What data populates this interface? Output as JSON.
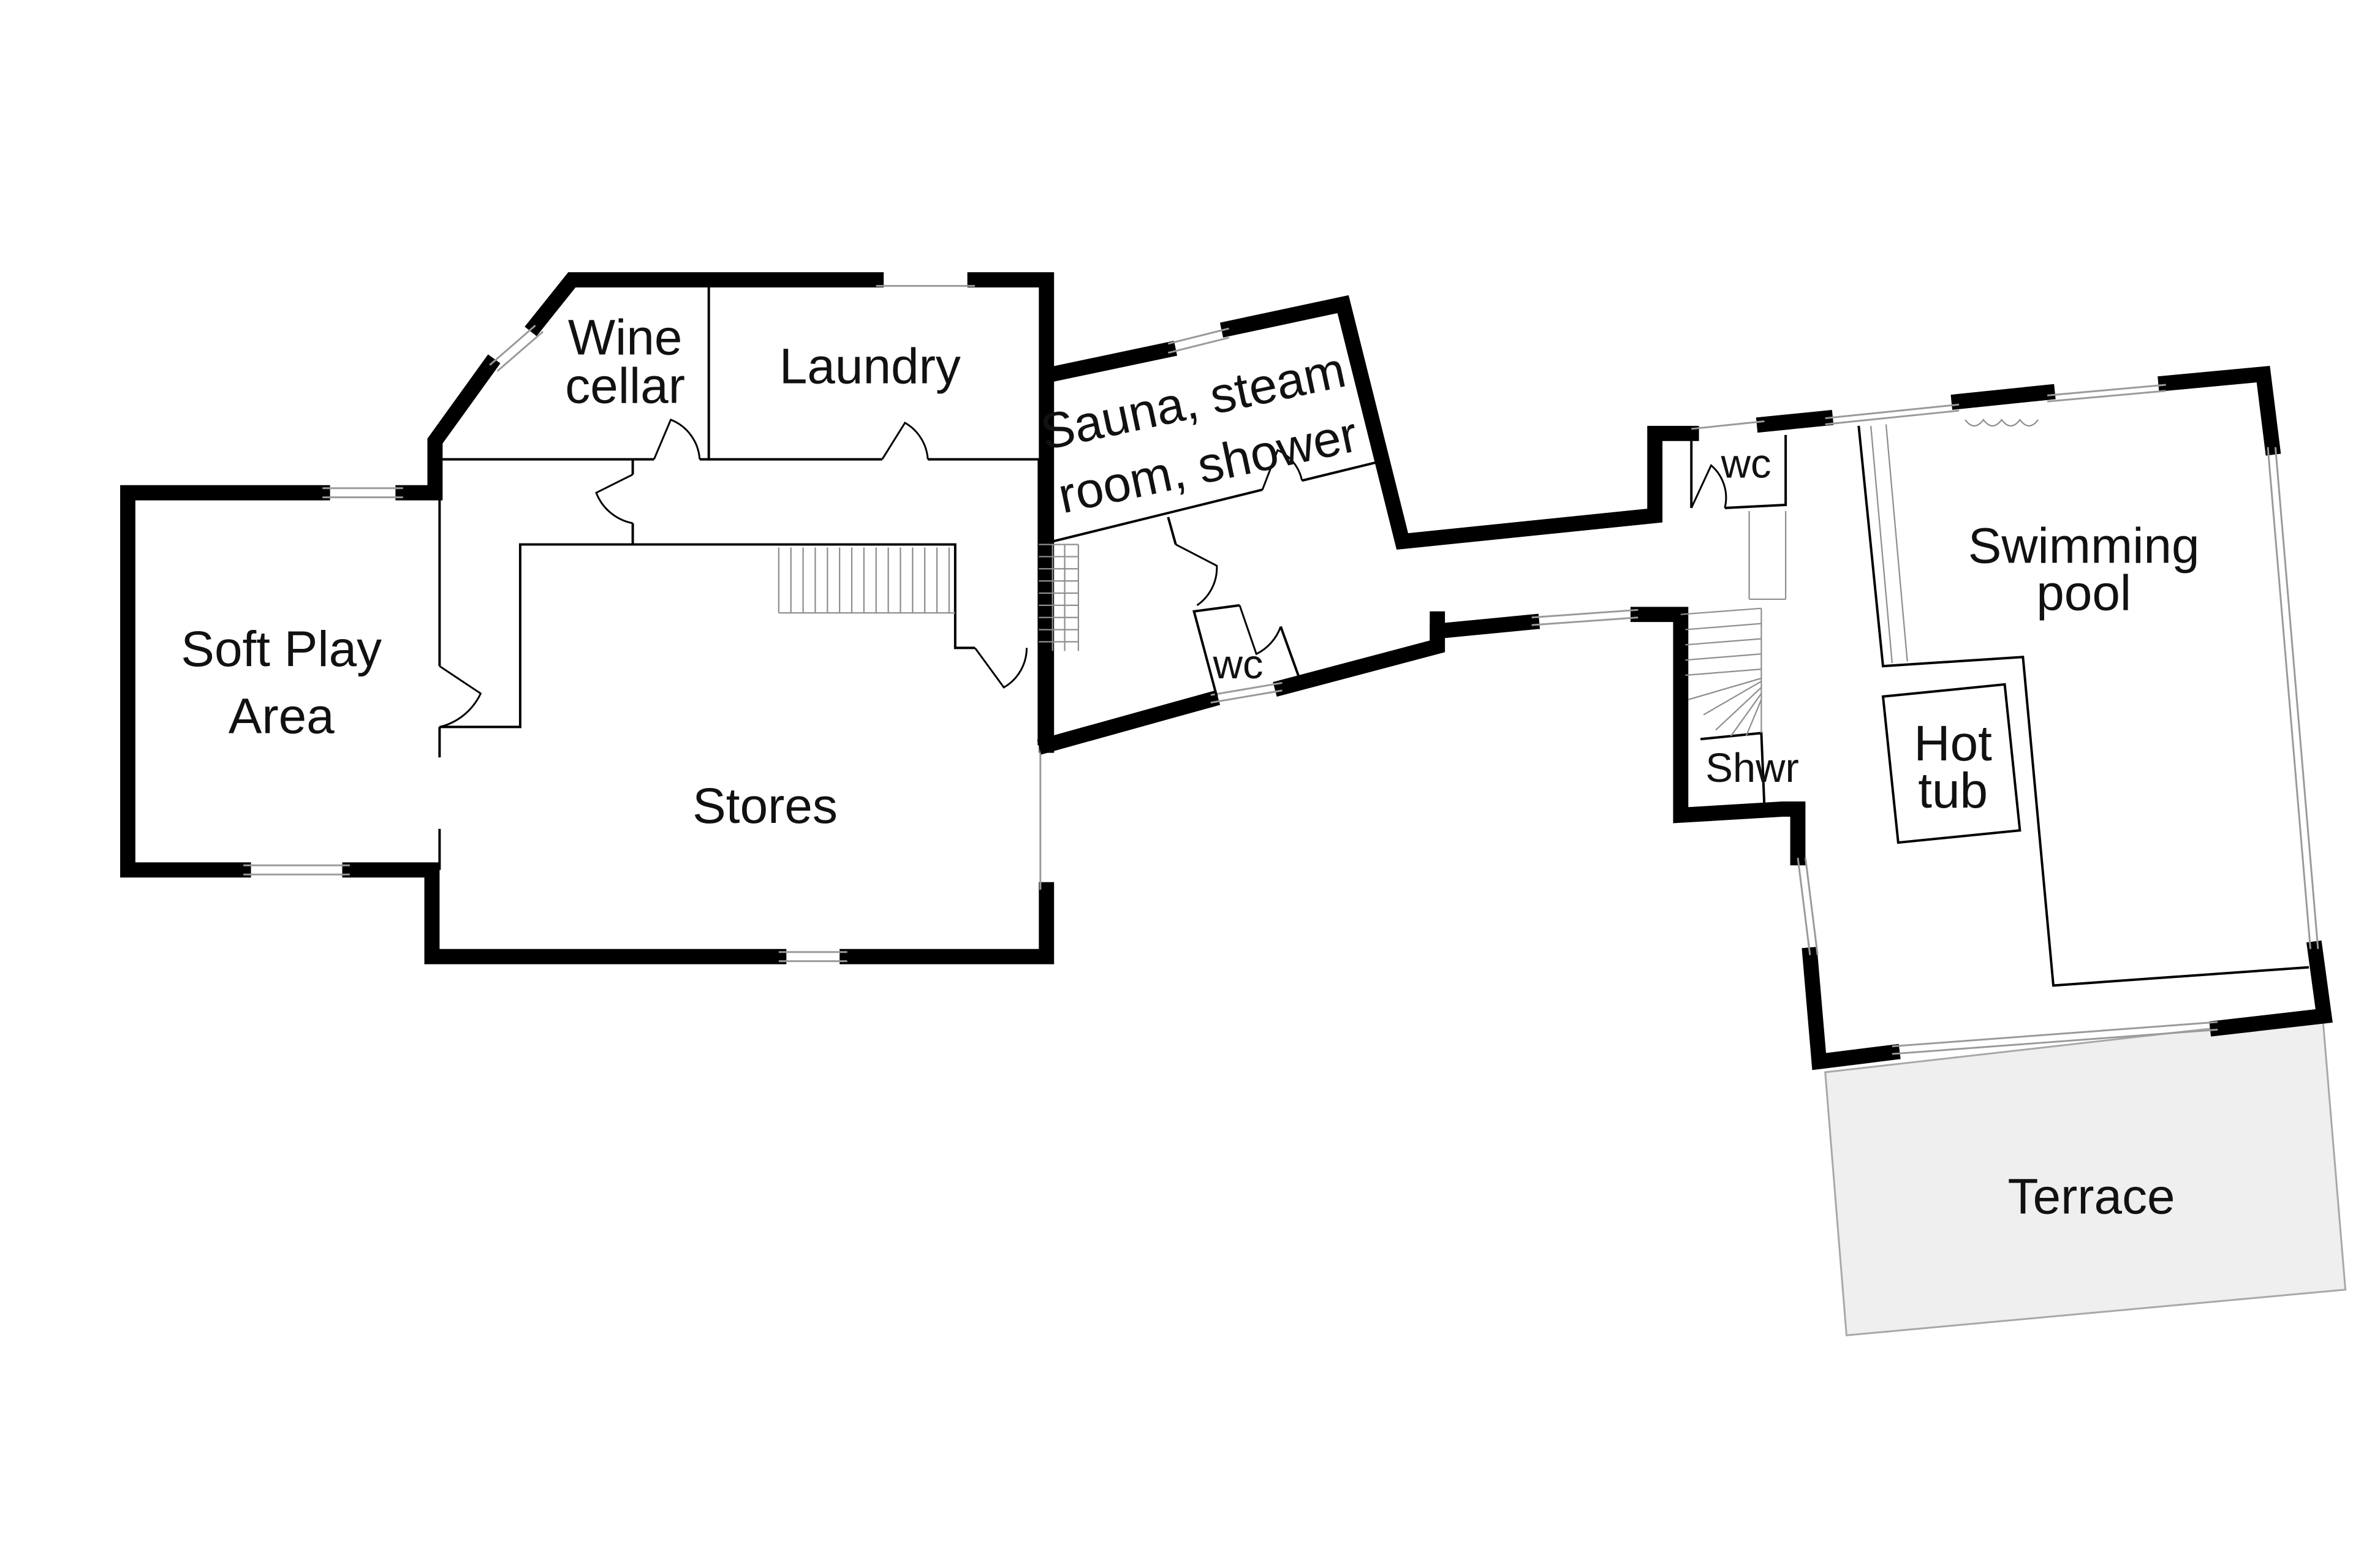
{
  "rooms": {
    "wine_cellar": [
      "Wine",
      "cellar"
    ],
    "laundry": "Laundry",
    "sauna": [
      "Sauna, steam",
      "room, shower"
    ],
    "soft_play": [
      "Soft Play",
      "Area"
    ],
    "stores": "Stores",
    "wc_left": "wc",
    "wc_right": "wc",
    "shower": "Shwr",
    "swimming_pool": [
      "Swimming",
      "pool"
    ],
    "hot_tub": [
      "Hot",
      "tub"
    ],
    "terrace": "Terrace"
  }
}
